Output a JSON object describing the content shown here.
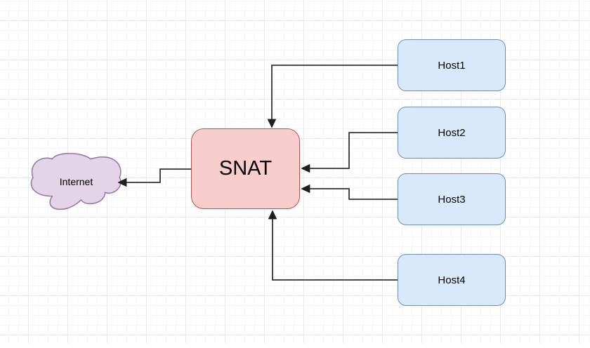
{
  "canvas": {
    "kind": "diagram-canvas",
    "background_color": "#ffffff",
    "grid": {
      "visible": true,
      "minor_color": "#f6f6f6",
      "major_color": "#eaeaea"
    }
  },
  "nodes": {
    "internet": {
      "label": "Internet",
      "shape": "cloud",
      "fill": "#E1D5E7",
      "stroke": "#9673A6"
    },
    "snat": {
      "label": "SNAT",
      "shape": "rounded-rectangle",
      "fill": "#F8CECC",
      "stroke": "#B85450"
    },
    "host1": {
      "label": "Host1",
      "shape": "rounded-rectangle",
      "fill": "#DAE8FC",
      "stroke": "#6C8EBF"
    },
    "host2": {
      "label": "Host2",
      "shape": "rounded-rectangle",
      "fill": "#DAE8FC",
      "stroke": "#6C8EBF"
    },
    "host3": {
      "label": "Host3",
      "shape": "rounded-rectangle",
      "fill": "#DAE8FC",
      "stroke": "#6C8EBF"
    },
    "host4": {
      "label": "Host4",
      "shape": "rounded-rectangle",
      "fill": "#DAE8FC",
      "stroke": "#6C8EBF"
    }
  },
  "edges": {
    "color": "#333333",
    "arrowhead": "solid-triangle",
    "routing": "orthogonal",
    "list": [
      {
        "from": "Host1",
        "to": "SNAT"
      },
      {
        "from": "Host2",
        "to": "SNAT"
      },
      {
        "from": "Host3",
        "to": "SNAT"
      },
      {
        "from": "Host4",
        "to": "SNAT"
      },
      {
        "from": "SNAT",
        "to": "Internet"
      }
    ]
  }
}
